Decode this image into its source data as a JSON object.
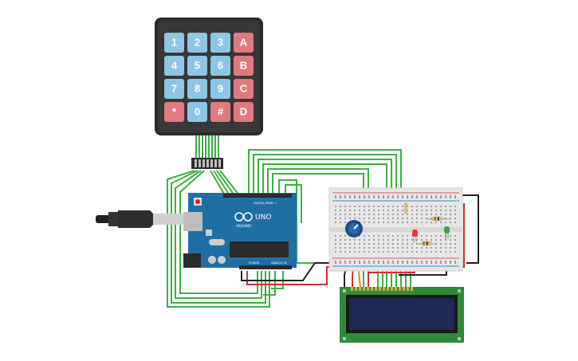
{
  "keypad": {
    "rows": [
      [
        "1",
        "2",
        "3",
        "A"
      ],
      [
        "4",
        "5",
        "6",
        "B"
      ],
      [
        "7",
        "8",
        "9",
        "C"
      ],
      [
        "*",
        "0",
        "#",
        "D"
      ]
    ],
    "colors": {
      "number": "#8fc6e4",
      "letter": "#e07a7e",
      "body": "#2b2b2b"
    }
  },
  "arduino": {
    "model": "UNO",
    "brand": "ARDUINO",
    "digital_label": "DIGITAL (PWM~)",
    "power_label": "POWER",
    "analog_label": "ANALOG IN",
    "board_color": "#1f6fa4"
  },
  "lcd": {
    "screen_color": "#1e2a52",
    "board_color": "#2f8a3a"
  },
  "breadboard": {
    "color": "#e6e6e6"
  },
  "components": {
    "potentiometer": "potentiometer",
    "leds": [
      {
        "color": "#e53935",
        "label": "red-led"
      },
      {
        "color": "#43a047",
        "label": "green-led"
      }
    ],
    "resistors": 3
  },
  "wire_colors": {
    "signal": "#3cb043",
    "power": "#d32f2f",
    "ground": "#222222",
    "orange": "#e8842b"
  }
}
